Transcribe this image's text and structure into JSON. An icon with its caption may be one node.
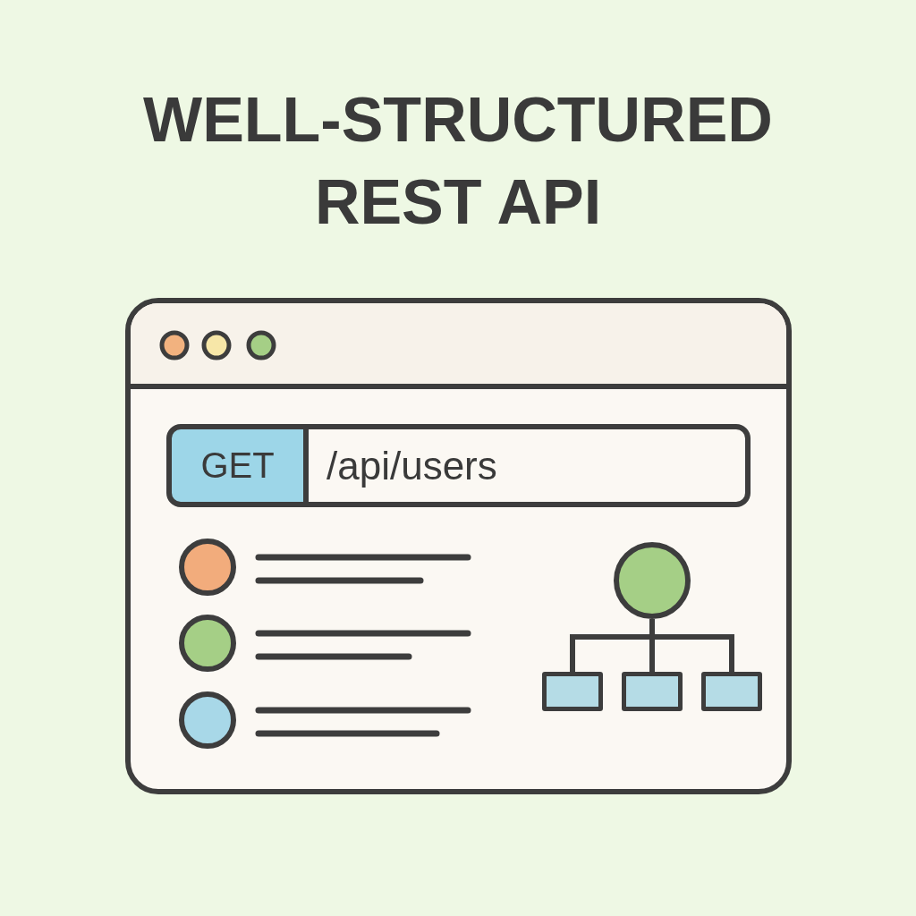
{
  "diagram": {
    "title": "WELL-STRUCTURED REST API",
    "nodes": [
      {
        "text": [
          "GET"
        ]
      },
      {
        "text": [
          "/api/users"
        ]
      },
      {
        "text": [],
        "shape": "circle"
      },
      {
        "text": [],
        "shape": "box"
      },
      {
        "text": [],
        "shape": "box"
      },
      {
        "text": [],
        "shape": "box"
      }
    ],
    "edges": [
      {
        "from": 2,
        "to": 3,
        "arrow": "none"
      },
      {
        "from": 2,
        "to": 4,
        "arrow": "none"
      },
      {
        "from": 2,
        "to": 5,
        "arrow": "none"
      }
    ]
  }
}
